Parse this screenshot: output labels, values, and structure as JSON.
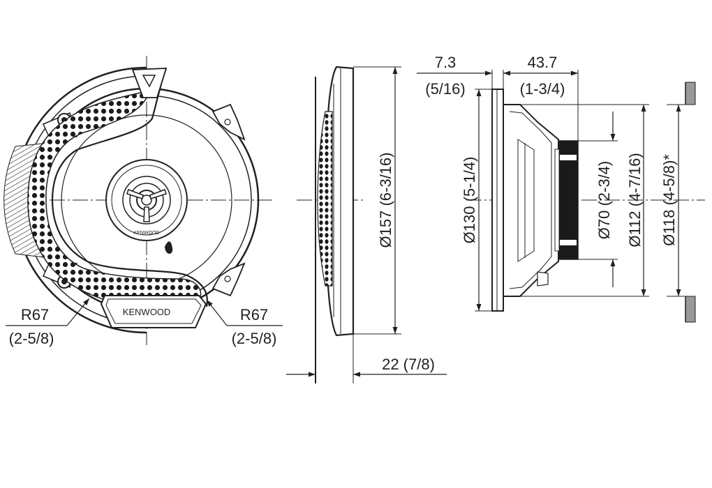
{
  "front_view": {
    "brand_plate": "KENWOOD",
    "brand_small": "KENWOOD",
    "radius_left": {
      "value": "R67",
      "inch": "(2-5/8)"
    },
    "radius_right": {
      "value": "R67",
      "inch": "(2-5/8)"
    }
  },
  "side_view": {
    "outer_diameter": "Ø157 (6-3/16)",
    "depth": "22 (7/8)"
  },
  "profile_view": {
    "flange_thickness": {
      "value": "7.3",
      "inch": "(5/16)"
    },
    "mount_depth": {
      "value": "43.7",
      "inch": "(1-3/4)"
    },
    "frame_diameter": "Ø130 (5-1/4)",
    "magnet_diameter": "Ø70 (2-3/4)",
    "basket_diameter": "Ø112 (4-7/16)",
    "cutout_diameter": "Ø118 (4-5/8)*"
  }
}
